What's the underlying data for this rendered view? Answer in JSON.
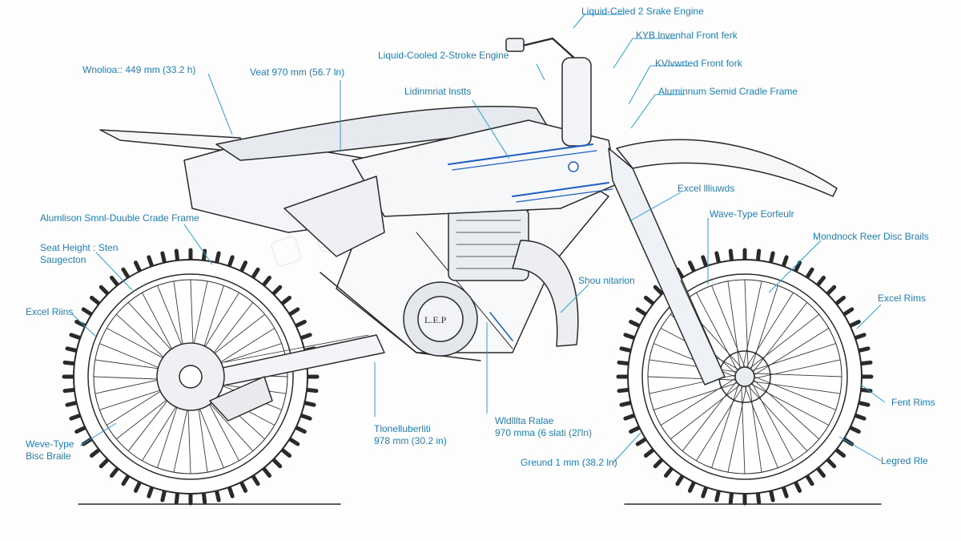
{
  "labels": {
    "engine_top": "Liquid-Celed 2 Srake Engine",
    "kyb_fork": "KYB lnvenhal Front ferk",
    "kv_fork": "KVlvwrted Front fork",
    "frame_right": "Aluminnum Semid Cradle Frame",
    "wheelbase": "Wnolioa:: 449 mm (33.2 h)",
    "seat": "Veat 970 mm (56.7 ln)",
    "engine_mid": "Liquid-Cooled 2-Stroke Engine",
    "digital": "Lidinmriat lnstts",
    "excel_mid": "Excel llliuwds",
    "frame_left": "Alumlison Smnl-Duuble Crade Frame",
    "seat_height_1": "Seat Height : Sten",
    "seat_height_2": "Saugecton",
    "wave_type_front": "Wave-Type Eorfeulr",
    "monoshock": "Mondnock Reer Disc Brails",
    "suspension": "Shou nitarion",
    "excel_rims_left": "Excel Riins",
    "excel_rims_right": "Excel Rims",
    "front_rims": "Fent Rims",
    "wave_brake_1": "Weve-Type",
    "wave_brake_2": "Bisc Braile",
    "tank_1": "Tlonelluberliti",
    "tank_2": "978 mm (30.2 in)",
    "width_1": "Wldlllta Ralae",
    "width_2": "970 mma (6 slati (2l'ln)",
    "ground": "Greund 1 mm (38.2 ln)",
    "legend": "Legred Rle"
  },
  "brand": {
    "engine_logo": "L.E.P"
  },
  "colors": {
    "line": "#2a2a2a",
    "callout": "#2a9fd6",
    "accent": "#1f5fbf",
    "label": "#1f7fb5"
  }
}
